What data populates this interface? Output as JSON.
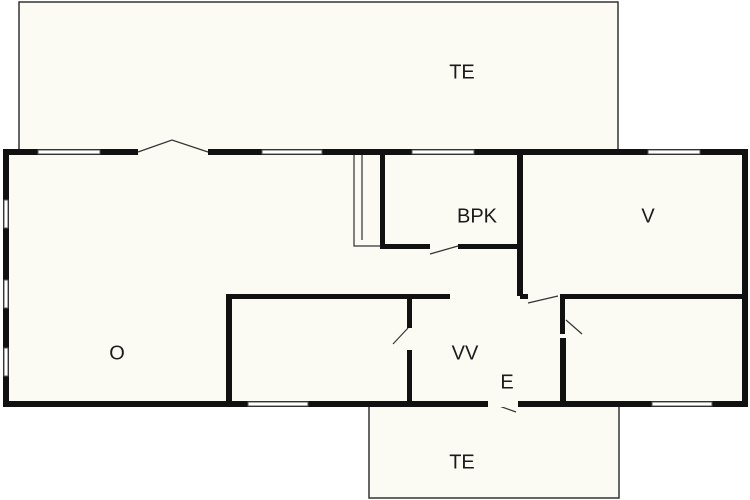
{
  "plan": {
    "colors": {
      "floor": "#fbfbf3",
      "wall": "#111111",
      "line": "#333333",
      "background": "#ffffff"
    },
    "rooms": {
      "terrace_top": "TE",
      "living": "O",
      "bathroom": "BPK",
      "bedroom": "V",
      "storage": "VV",
      "entrance": "E",
      "terrace_bottom": "TE"
    }
  }
}
